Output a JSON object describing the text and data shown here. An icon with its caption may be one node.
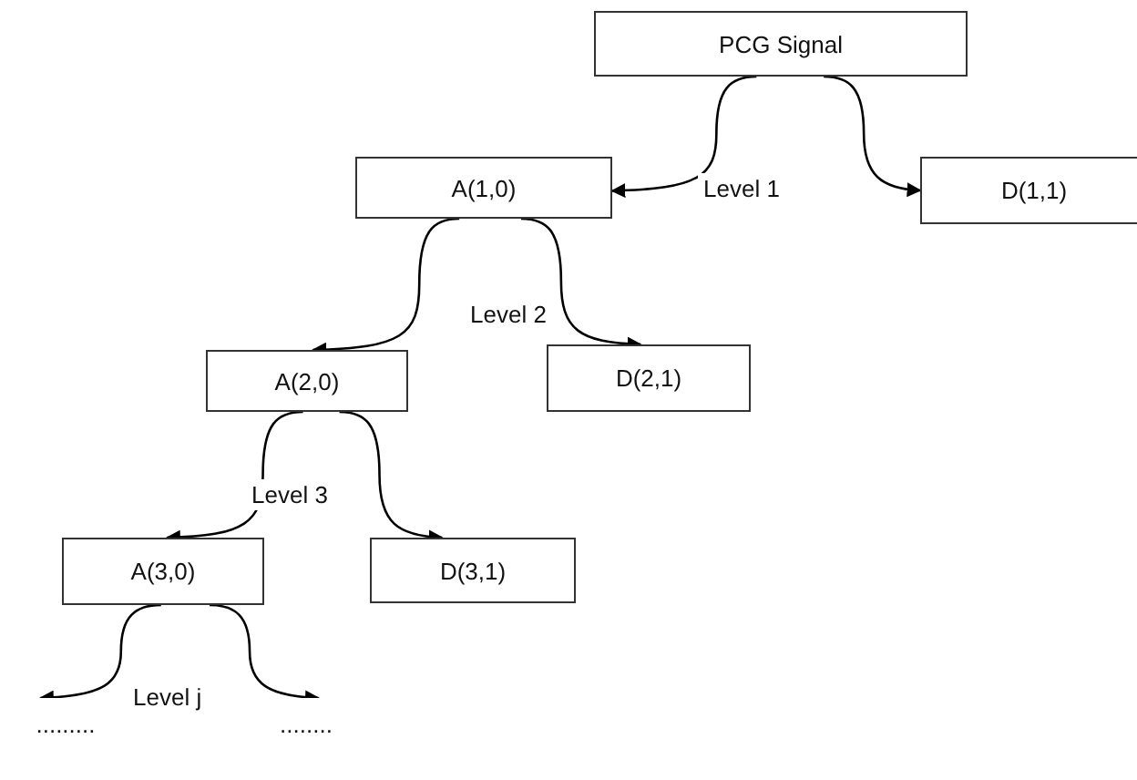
{
  "diagram": {
    "nodes": [
      {
        "text": [
          "PCG Signal"
        ]
      },
      {
        "text": [
          "A(1,0)"
        ]
      },
      {
        "text": [
          "D(1,1)"
        ]
      },
      {
        "text": [
          "A(2,0)"
        ]
      },
      {
        "text": [
          "D(2,1)"
        ]
      },
      {
        "text": [
          "A(3,0)"
        ]
      },
      {
        "text": [
          "D(3,1)"
        ]
      },
      {
        "text": [
          "........."
        ]
      },
      {
        "text": [
          "........"
        ]
      }
    ],
    "edges": [
      {
        "from": 0,
        "to": 1,
        "arrow": "to"
      },
      {
        "from": 0,
        "to": 2,
        "arrow": "to"
      },
      {
        "from": 1,
        "to": 3,
        "arrow": "to"
      },
      {
        "from": 1,
        "to": 4,
        "arrow": "to"
      },
      {
        "from": 3,
        "to": 5,
        "arrow": "to"
      },
      {
        "from": 3,
        "to": 6,
        "arrow": "to"
      },
      {
        "from": 5,
        "to": 7,
        "arrow": "to"
      },
      {
        "from": 5,
        "to": 8,
        "arrow": "to"
      }
    ],
    "labels": [
      "Level 1",
      "Level 2",
      "Level 3",
      "Level j"
    ]
  }
}
